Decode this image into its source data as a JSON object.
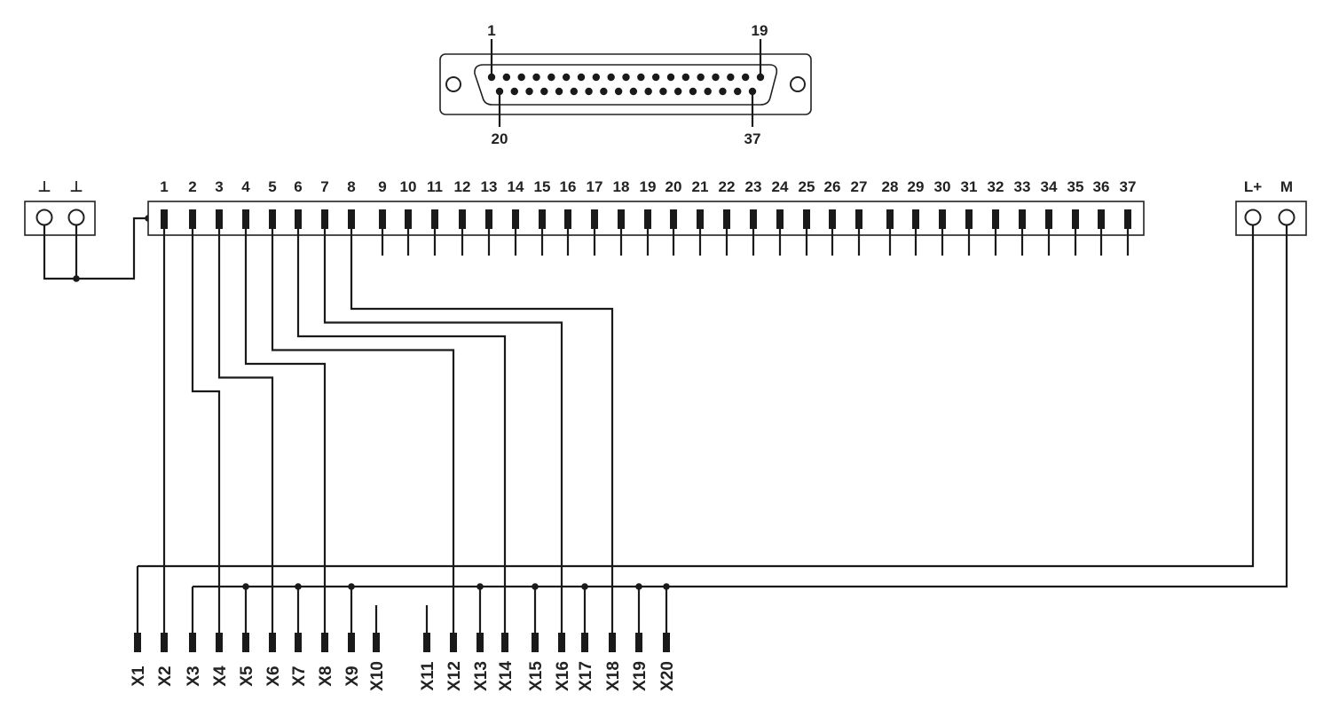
{
  "connector": {
    "pin_first_top": "1",
    "pin_last_top": "19",
    "pin_first_bottom": "20",
    "pin_last_bottom": "37"
  },
  "ground_terminals": [
    "⊥",
    "⊥"
  ],
  "power_terminals": [
    "L+",
    "M"
  ],
  "connector_pins": [
    "1",
    "2",
    "3",
    "4",
    "5",
    "6",
    "7",
    "8",
    "9",
    "10",
    "11",
    "12",
    "13",
    "14",
    "15",
    "16",
    "17",
    "18",
    "19",
    "20",
    "21",
    "22",
    "23",
    "24",
    "25",
    "26",
    "27",
    "28",
    "29",
    "30",
    "31",
    "32",
    "33",
    "34",
    "35",
    "36",
    "37"
  ],
  "output_terminals": [
    "X1",
    "X2",
    "X3",
    "X4",
    "X5",
    "X6",
    "X7",
    "X8",
    "X9",
    "X10",
    "X11",
    "X12",
    "X13",
    "X14",
    "X15",
    "X16",
    "X17",
    "X18",
    "X19",
    "X20"
  ],
  "connections": [
    {
      "from": "1",
      "to": "X2"
    },
    {
      "from": "2",
      "to": "X4"
    },
    {
      "from": "3",
      "to": "X6"
    },
    {
      "from": "4",
      "to": "X8"
    },
    {
      "from": "5",
      "to": "X12"
    },
    {
      "from": "6",
      "to": "X14"
    },
    {
      "from": "7",
      "to": "X16"
    },
    {
      "from": "8",
      "to": "X18"
    },
    {
      "from": "L+",
      "to": "X1"
    },
    {
      "from": "M",
      "to": "X3"
    },
    {
      "from": "M",
      "to": "X5"
    },
    {
      "from": "M",
      "to": "X7"
    },
    {
      "from": "M",
      "to": "X9"
    },
    {
      "from": "M",
      "to": "X13"
    },
    {
      "from": "M",
      "to": "X15"
    },
    {
      "from": "M",
      "to": "X17"
    },
    {
      "from": "M",
      "to": "X19"
    },
    {
      "from": "M",
      "to": "X20"
    },
    {
      "from": "⊥",
      "to": "1"
    }
  ],
  "colors": {
    "line": "#1a1a1a",
    "background": "#ffffff"
  }
}
